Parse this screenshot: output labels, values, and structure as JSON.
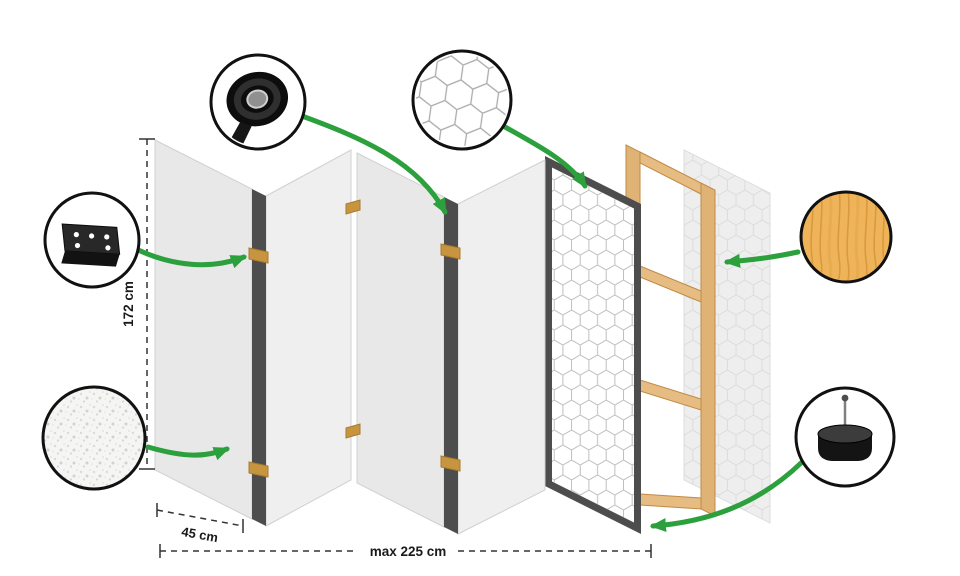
{
  "labels": {
    "height": "172 cm",
    "panel_width": "45 cm",
    "max_width": "max 225 cm"
  },
  "colors": {
    "arrow_green": "#2ba03c",
    "panel_gray": "#e9e9e9",
    "edge_dark": "#4d4d4d",
    "wood_frame": "#dfb276",
    "hinge_tan": "#c79540",
    "wood_sample": "#efb45a",
    "pattern_line": "#bfbfbf",
    "outline_black": "#111111"
  },
  "callouts": [
    {
      "icon": "tape-roll-icon"
    },
    {
      "icon": "pattern-texture-icon"
    },
    {
      "icon": "hinge-bracket-icon"
    },
    {
      "icon": "fleece-texture-icon"
    },
    {
      "icon": "wood-texture-icon"
    },
    {
      "icon": "foot-glide-icon"
    }
  ]
}
